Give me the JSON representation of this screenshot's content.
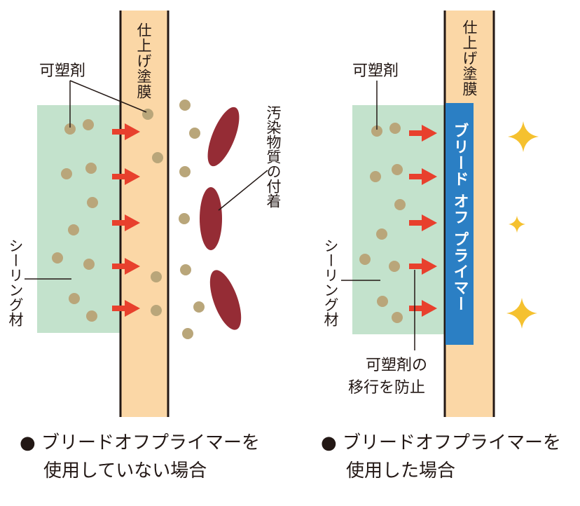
{
  "left_panel": {
    "coating_label": "仕上げ塗膜",
    "plasticizer_label": "可塑剤",
    "sealant_label": "シーリング材",
    "contaminant_label": "汚染物質の付着",
    "caption_line1": "● ブリードオフプライマーを",
    "caption_line2": "使用していない場合"
  },
  "right_panel": {
    "coating_label": "仕上げ塗膜",
    "plasticizer_label": "可塑剤",
    "sealant_label": "シーリング材",
    "primer_label": "ブリード オフ プライマー",
    "prevent_line1": "可塑剤の",
    "prevent_line2": "移行を防止",
    "caption_line1": "● ブリードオフプライマーを",
    "caption_line2": "使用した場合"
  },
  "colors": {
    "sealant": "#c3e2cc",
    "coating": "#fbd7a6",
    "particle": "#b9a67a",
    "arrow": "#e8402d",
    "contaminant": "#952c35",
    "primer": "#2b7fc4",
    "sparkle": "#f5c12f"
  }
}
